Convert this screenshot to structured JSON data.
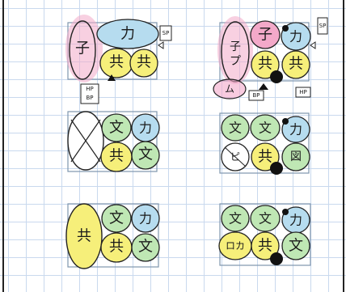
{
  "colors": {
    "pink": "#f3a9c9",
    "blue": "#b6dcef",
    "yellow": "#f6ef7a",
    "green": "#bfe7b4",
    "box": "#7e96ae"
  },
  "text": {
    "ko": "子",
    "chikara": "力",
    "kyou": "共",
    "bun": "文",
    "ko_pu": "子\nプ",
    "tag_sp": "SP",
    "tag_hp": "HP",
    "tag_bp": "BP",
    "mu": "ム",
    "shi": "ピ",
    "zu": "図",
    "mochi": "ロカ"
  }
}
